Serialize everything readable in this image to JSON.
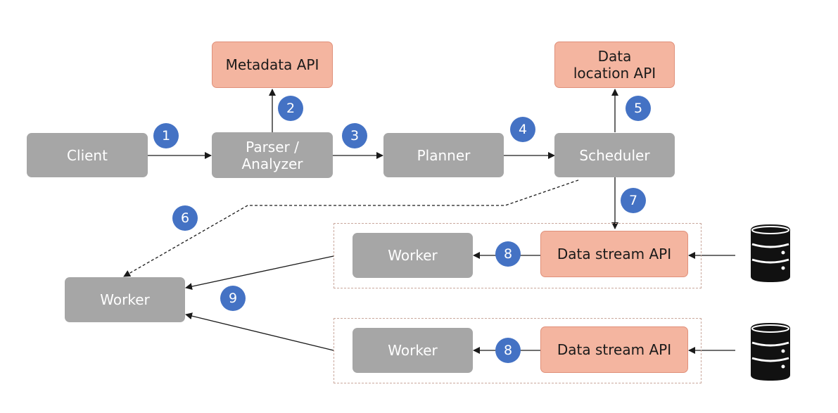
{
  "nodes": {
    "client": "Client",
    "parser": "Parser / Analyzer",
    "planner": "Planner",
    "scheduler": "Scheduler",
    "metadata_api": "Metadata API",
    "data_location_api": "Data location API",
    "worker_main": "Worker",
    "worker_top": "Worker",
    "worker_bottom": "Worker",
    "data_stream_top": "Data stream API",
    "data_stream_bottom": "Data stream API"
  },
  "steps": {
    "s1": "1",
    "s2": "2",
    "s3": "3",
    "s4": "4",
    "s5": "5",
    "s6": "6",
    "s7": "7",
    "s8a": "8",
    "s8b": "8",
    "s9": "9"
  },
  "colors": {
    "process_box": "#a6a6a6",
    "api_box": "#f4b5a0",
    "step_badge": "#4472c4",
    "group_border": "#c9a79c"
  },
  "icons": [
    "database-icon",
    "database-icon"
  ]
}
